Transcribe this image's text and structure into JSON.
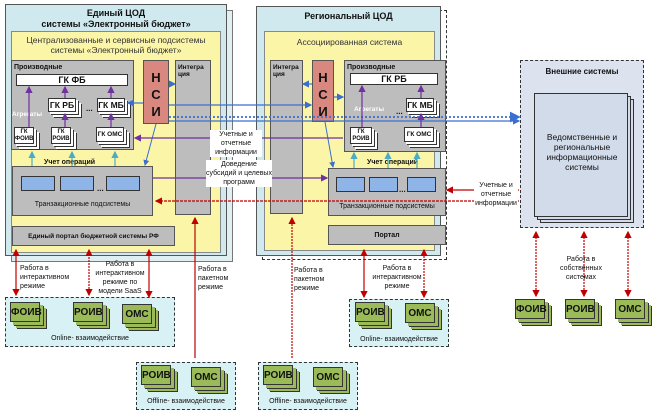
{
  "left_cod": {
    "title_line1": "Единый ЦОД",
    "title_line2": "системы «Электронный бюджет»",
    "inner_title_line1": "Централизованные и сервисные подсистемы",
    "inner_title_line2": "системы «Электронный бюджет»",
    "derived_label": "Производные",
    "gk_fb": "ГК ФБ",
    "gk_rb": "ГК РБ",
    "gk_mb": "ГК МБ",
    "ellipsis": "...",
    "aggregates": "Агрегаты",
    "gk_foiv": "ГК ФОИВ",
    "gk_roiv": "ГК РОИВ",
    "gk_oms": "ГК ОМС",
    "nsi": [
      "Н",
      "С",
      "И"
    ],
    "integration": "Интегра ция",
    "ops_accounting": "Учет операций",
    "transaction_subsystems": "Транзакционные подсистемы",
    "portal": "Единый портал бюджетной системы РФ"
  },
  "regional_cod": {
    "title": "Региональный ЦОД",
    "inner_title": "Ассоциированная система",
    "integration": "Интегра ция",
    "nsi": [
      "Н",
      "С",
      "И"
    ],
    "derived_label": "Производные",
    "gk_rb": "ГК РБ",
    "gk_mb": "ГК МБ",
    "ellipsis": "...",
    "aggregates": "Агрегаты",
    "gk_roiv": "ГК РОИВ",
    "gk_oms": "ГК ОМС",
    "ops_accounting": "Учет операций",
    "transaction_subsystems": "Транзакционные подсистемы",
    "portal": "Портал"
  },
  "external": {
    "title": "Внешние системы",
    "inner": "Ведомственные и региональные информационные системы"
  },
  "labels": {
    "accounting_info": "Учетные и отчетные информации",
    "subsidies": "Доведение субсидий и целевых программ",
    "accounting_info_right": "Учетные и отчетные информации",
    "work_interactive": "Работа в интерактивном режиме",
    "work_saas": "Работа в интерактивном режиме по модели SaaS",
    "work_batch_left": "Работа в пакетном режиме",
    "work_batch_mid": "Работа в пакетном режиме",
    "work_interactive_reg": "Работа в интерактивном режиме",
    "work_own_systems": "Работа в собственных системах"
  },
  "groups": {
    "online_left": {
      "items": [
        "ФОИВ",
        "РОИВ",
        "ОМС"
      ],
      "label": "Online- взаимодействие"
    },
    "online_mid": {
      "items": [
        "РОИВ",
        "ОМС"
      ],
      "label": "Online- взаимодействие"
    },
    "offline_left": {
      "items": [
        "РОИВ",
        "ОМС"
      ],
      "label": "Offline- взаимодействие"
    },
    "offline_mid": {
      "items": [
        "РОИВ",
        "ОМС"
      ],
      "label": "Offline- взаимодействие"
    },
    "external_bottom": {
      "items": [
        "ФОИВ",
        "РОИВ",
        "ОМС"
      ]
    }
  },
  "colors": {
    "blue_arrow": "#3a6fcf",
    "red_arrow": "#c00000",
    "purple_arrow": "#7030a0",
    "teal_arrow": "#4bacc6"
  }
}
